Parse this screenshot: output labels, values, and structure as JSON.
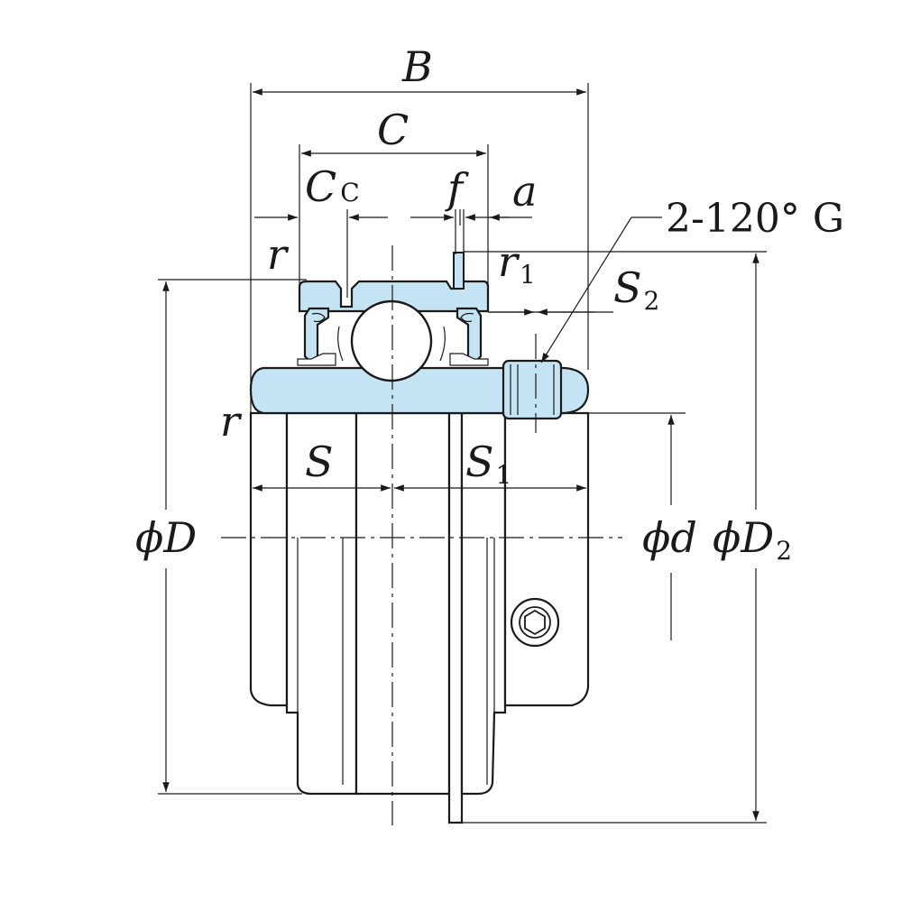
{
  "labels": {
    "B": "B",
    "C": "C",
    "Cc_main": "C",
    "Cc_sub": "C",
    "f": "f",
    "a": "a",
    "G_note": "2-120° G",
    "r_top": "r",
    "r1_main": "r",
    "r1_sub": "1",
    "S2_main": "S",
    "S2_sub": "2",
    "r_side": "r",
    "S": "S",
    "S1_main": "S",
    "S1_sub": "1",
    "phiD": "ϕD",
    "phid": "ϕd",
    "phiD2_main": "ϕD",
    "phiD2_sub": "2"
  },
  "colors": {
    "part_fill": "#c5e4f3",
    "line": "#1a1a1a"
  }
}
